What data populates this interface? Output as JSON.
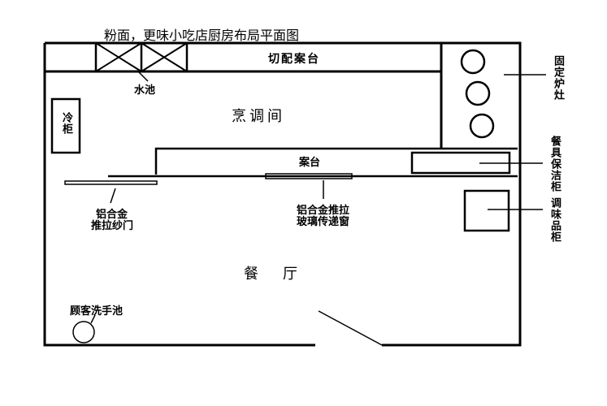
{
  "diagram": {
    "title": "粉面，更味小吃店厨房布局平面图",
    "labels": {
      "prep_counter": "切配案台",
      "sink": "水池",
      "cooking_room": "烹调间",
      "fridge": "冷柜",
      "counter": "案台",
      "door_line1": "铝合金",
      "door_line2": "推拉纱门",
      "window_line1": "铝合金推拉",
      "window_line2": "玻璃传递窗",
      "dining_hall": "餐　厅",
      "hand_sink": "顾客洗手池",
      "stove": "固定炉灶",
      "tableware_cabinet": "餐具保洁柜",
      "seasoning_cabinet": "调味品柜"
    }
  }
}
